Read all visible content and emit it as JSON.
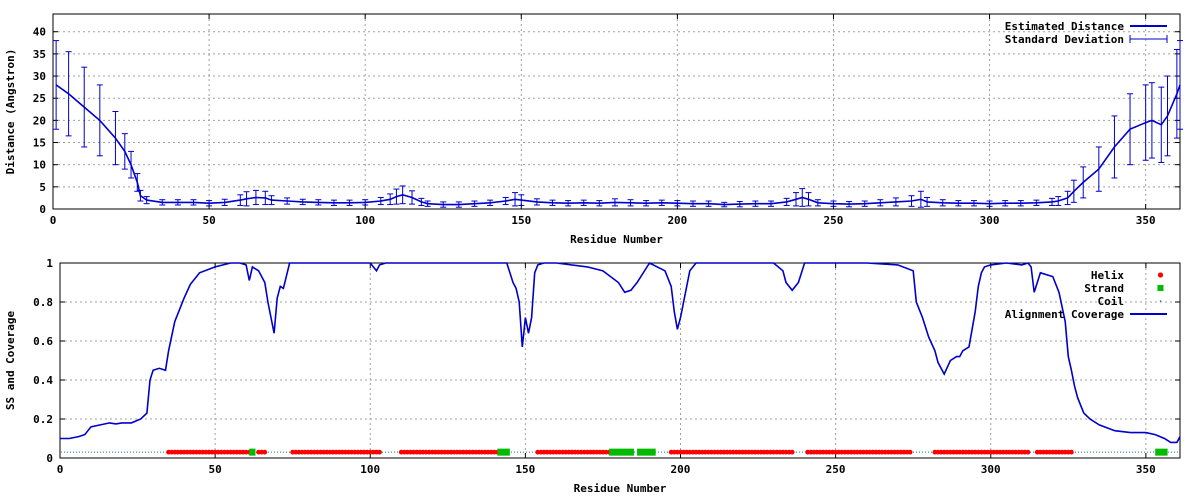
{
  "colors": {
    "line": "#0000cc",
    "helix": "#ff0000",
    "strand": "#00bb00",
    "coil": "#008080",
    "grid": "#a0a0a0",
    "frame": "#000000"
  },
  "chart_data": [
    {
      "type": "line",
      "xlabel": "Residue Number",
      "ylabel": "Distance (Angstron)",
      "xlim": [
        0,
        361
      ],
      "ylim": [
        0,
        44
      ],
      "xticks": [
        0,
        50,
        100,
        150,
        200,
        250,
        300,
        350
      ],
      "yticks": [
        0,
        5,
        10,
        15,
        20,
        25,
        30,
        35,
        40
      ],
      "grid": true,
      "legend_position": "top-right",
      "series": [
        {
          "name": "Estimated Distance",
          "style": "line",
          "x": [
            1,
            5,
            10,
            15,
            20,
            23,
            25,
            27,
            28,
            30,
            35,
            40,
            45,
            50,
            55,
            60,
            62,
            65,
            68,
            70,
            75,
            80,
            85,
            90,
            95,
            100,
            105,
            108,
            110,
            112,
            115,
            118,
            120,
            125,
            130,
            135,
            140,
            145,
            148,
            150,
            155,
            160,
            165,
            170,
            175,
            180,
            185,
            190,
            195,
            200,
            205,
            210,
            215,
            220,
            225,
            230,
            235,
            238,
            240,
            242,
            245,
            250,
            255,
            260,
            265,
            270,
            275,
            278,
            280,
            285,
            290,
            295,
            300,
            305,
            310,
            315,
            320,
            322,
            325,
            327,
            330,
            335,
            340,
            345,
            350,
            352,
            355,
            357,
            360,
            361
          ],
          "y": [
            28,
            26,
            23,
            20,
            16,
            13,
            10,
            6,
            3,
            2,
            1.5,
            1.5,
            1.5,
            1.3,
            1.5,
            2,
            2.3,
            2.6,
            2.5,
            2.0,
            1.8,
            1.6,
            1.5,
            1.4,
            1.4,
            1.5,
            1.8,
            2.2,
            2.8,
            3.2,
            2.6,
            1.6,
            1.2,
            1.0,
            1.0,
            1.2,
            1.4,
            1.8,
            2.2,
            2.0,
            1.6,
            1.4,
            1.3,
            1.4,
            1.3,
            1.5,
            1.4,
            1.3,
            1.4,
            1.3,
            1.2,
            1.2,
            1.0,
            1.1,
            1.2,
            1.2,
            1.6,
            2.2,
            2.6,
            2.2,
            1.4,
            1.2,
            1.1,
            1.2,
            1.4,
            1.6,
            1.8,
            2.2,
            1.6,
            1.4,
            1.3,
            1.3,
            1.2,
            1.3,
            1.3,
            1.4,
            1.6,
            1.8,
            2.5,
            4,
            6,
            9,
            14,
            18,
            19.5,
            20,
            19,
            21,
            26,
            28
          ],
          "sd": [
            10,
            9.5,
            9,
            8,
            6,
            4,
            3,
            2,
            1.2,
            0.8,
            0.6,
            0.6,
            0.6,
            0.6,
            0.7,
            1.2,
            1.6,
            1.6,
            1.5,
            1.0,
            0.7,
            0.6,
            0.6,
            0.6,
            0.6,
            0.6,
            0.8,
            1.2,
            1.7,
            2.0,
            1.5,
            0.8,
            0.6,
            0.6,
            0.6,
            0.6,
            0.6,
            0.8,
            1.5,
            1.2,
            0.7,
            0.6,
            0.6,
            0.6,
            0.6,
            0.8,
            0.7,
            0.6,
            0.6,
            0.6,
            0.6,
            0.6,
            0.5,
            0.6,
            0.6,
            0.6,
            0.8,
            1.5,
            2.0,
            1.5,
            0.7,
            0.6,
            0.6,
            0.6,
            0.7,
            0.9,
            1.2,
            1.8,
            1.0,
            0.7,
            0.6,
            0.6,
            0.6,
            0.6,
            0.6,
            0.6,
            0.8,
            1.0,
            1.5,
            2.5,
            3.5,
            5,
            7,
            8,
            8.5,
            8.5,
            8.5,
            9,
            10,
            10
          ]
        },
        {
          "name": "Standard Deviation",
          "style": "errorbars"
        }
      ]
    },
    {
      "type": "line",
      "xlabel": "Residue Number",
      "ylabel": "SS and Coverage",
      "xlim": [
        0,
        361
      ],
      "ylim": [
        0,
        1
      ],
      "xticks": [
        0,
        50,
        100,
        150,
        200,
        250,
        300,
        350
      ],
      "yticks": [
        0,
        0.2,
        0.4,
        0.6,
        0.8,
        1
      ],
      "ytick_labels": [
        "0",
        "0.2",
        "0.4",
        "0.6",
        "0.8",
        "1"
      ],
      "grid": true,
      "legend_position": "top-right",
      "ss_level": 0.03,
      "series": [
        {
          "name": "Helix",
          "style": "points",
          "ranges": [
            [
              35,
              61
            ],
            [
              64,
              66
            ],
            [
              75,
              103
            ],
            [
              110,
              141
            ],
            [
              154,
              177
            ],
            [
              197,
              236
            ],
            [
              241,
              274
            ],
            [
              282,
              312
            ],
            [
              315,
              326
            ]
          ]
        },
        {
          "name": "Strand",
          "style": "points",
          "ranges": [
            [
              61,
              63
            ],
            [
              141,
              145
            ],
            [
              177,
              185
            ],
            [
              186,
              192
            ],
            [
              353,
              357
            ]
          ]
        },
        {
          "name": "Coil",
          "style": "dots"
        },
        {
          "name": "Alignment Coverage",
          "style": "line",
          "x": [
            0,
            3,
            6,
            8,
            10,
            13,
            16,
            18,
            20,
            23,
            26,
            28,
            29,
            30,
            32,
            34,
            35,
            37,
            38,
            40,
            42,
            45,
            50,
            55,
            58,
            60,
            61,
            62,
            64,
            66,
            67,
            68,
            69,
            70,
            71,
            72,
            74,
            76,
            80,
            90,
            100,
            102,
            103,
            105,
            110,
            120,
            130,
            140,
            144,
            146,
            147,
            148,
            149,
            150,
            151,
            152,
            153,
            154,
            156,
            160,
            170,
            175,
            180,
            182,
            184,
            186,
            190,
            195,
            197,
            198,
            199,
            200,
            201,
            203,
            205,
            210,
            220,
            230,
            233,
            234,
            236,
            238,
            240,
            250,
            260,
            270,
            275,
            276,
            278,
            280,
            282,
            283,
            285,
            287,
            289,
            290,
            291,
            293,
            294,
            295,
            296,
            297,
            298,
            300,
            305,
            310,
            312,
            313,
            314,
            316,
            320,
            322,
            324,
            325,
            326,
            327,
            328,
            329,
            330,
            332,
            335,
            340,
            345,
            350,
            353,
            356,
            358,
            360,
            361
          ],
          "y": [
            0.1,
            0.1,
            0.11,
            0.12,
            0.16,
            0.17,
            0.18,
            0.175,
            0.18,
            0.18,
            0.2,
            0.23,
            0.4,
            0.45,
            0.46,
            0.45,
            0.55,
            0.7,
            0.74,
            0.82,
            0.89,
            0.95,
            0.98,
            1.0,
            1.0,
            0.99,
            0.91,
            0.98,
            0.96,
            0.9,
            0.8,
            0.72,
            0.64,
            0.82,
            0.88,
            0.87,
            1.0,
            1.0,
            1.0,
            1.0,
            1.0,
            0.96,
            0.99,
            1.0,
            1.0,
            1.0,
            1.0,
            1.0,
            1.0,
            0.9,
            0.87,
            0.8,
            0.57,
            0.72,
            0.64,
            0.72,
            0.95,
            0.99,
            1.0,
            1.0,
            0.98,
            0.96,
            0.9,
            0.85,
            0.86,
            0.9,
            1.0,
            0.96,
            0.88,
            0.75,
            0.66,
            0.72,
            0.8,
            0.96,
            1.0,
            1.0,
            1.0,
            1.0,
            0.96,
            0.9,
            0.86,
            0.9,
            1.0,
            1.0,
            1.0,
            0.99,
            0.96,
            0.8,
            0.72,
            0.62,
            0.55,
            0.49,
            0.43,
            0.5,
            0.52,
            0.52,
            0.55,
            0.57,
            0.66,
            0.75,
            0.88,
            0.95,
            0.98,
            0.99,
            1.0,
            0.99,
            1.0,
            0.98,
            0.85,
            0.95,
            0.93,
            0.85,
            0.7,
            0.52,
            0.45,
            0.37,
            0.31,
            0.27,
            0.23,
            0.2,
            0.17,
            0.14,
            0.13,
            0.13,
            0.12,
            0.1,
            0.08,
            0.08,
            0.11
          ]
        }
      ]
    }
  ]
}
